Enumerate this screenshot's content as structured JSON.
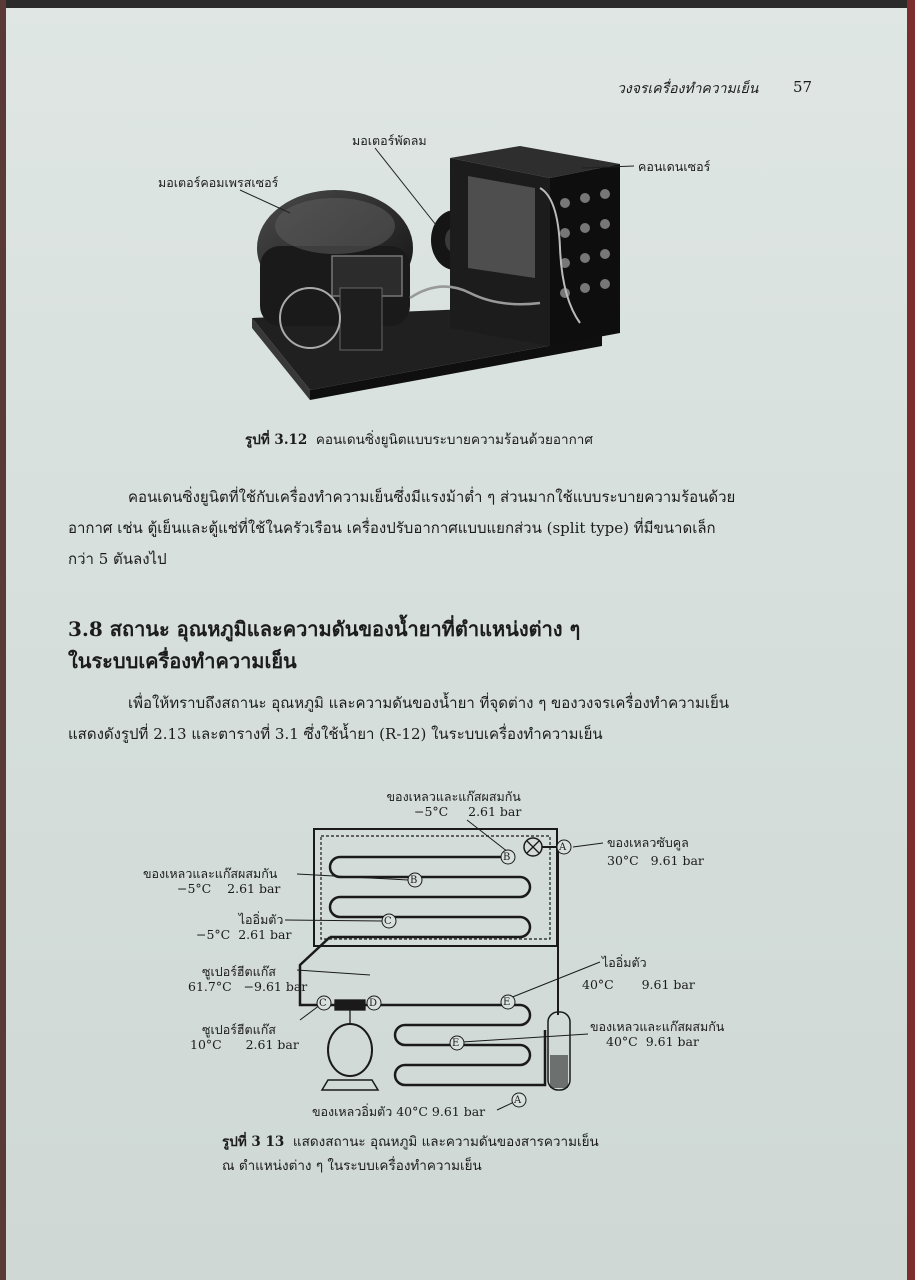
{
  "header": {
    "title": "วงจรเครื่องทำความเย็น",
    "page_number": "57"
  },
  "figure_312": {
    "labels": {
      "fan_motor": "มอเตอร์พัดลม",
      "compressor_motor": "มอเตอร์คอมเพรสเซอร์",
      "condenser": "คอนเดนเซอร์"
    },
    "caption_prefix": "รูปที่ 3.12",
    "caption_text": "คอนเดนซิ่งยูนิตแบบระบายความร้อนด้วยอากาศ"
  },
  "paragraph1": [
    "คอนเดนซิ่งยูนิตที่ใช้กับเครื่องทำความเย็นซึ่งมีแรงม้าต่ำ ๆ ส่วนมากใช้แบบระบายความร้อนด้วย",
    "อากาศ เช่น ตู้เย็นและตู้แช่ที่ใช้ในครัวเรือน เครื่องปรับอากาศแบบแยกส่วน (split type) ที่มีขนาดเล็ก",
    "กว่า 5 ตันลงไป"
  ],
  "section": {
    "line1": "3.8 สถานะ อุณหภูมิและความดันของน้ำยาที่ตำแหน่งต่าง ๆ",
    "line2": "ในระบบเครื่องทำความเย็น"
  },
  "paragraph2": [
    "เพื่อให้ทราบถึงสถานะ อุณหภูมิ และความดันของน้ำยา ที่จุดต่าง ๆ ของวงจรเครื่องทำความเย็น",
    "แสดงดังรูปที่ 2.13 และตารางที่ 3.1 ซึ่งใช้น้ำยา (R-12) ในระบบเครื่องทำความเย็น"
  ],
  "figure_313": {
    "top_label": {
      "state": "ของเหลวและแก๊สผสมกัน",
      "temp": "−5°C",
      "pressure": "2.61 bar"
    },
    "left_b": {
      "state": "ของเหลวและแก๊สผสมกัน",
      "temp": "−5°C",
      "pressure": "2.61 bar"
    },
    "left_c": {
      "state": "ไออิ่มตัว",
      "temp": "−5°C",
      "pressure": "2.61 bar"
    },
    "left_d": {
      "state": "ซูเปอร์ฮีตแก๊ส",
      "temp": "61.7°C",
      "pressure": "−9.61 bar"
    },
    "left_c2": {
      "state": "ซูเปอร์ฮีตแก๊ส",
      "temp": "10°C",
      "pressure": "2.61 bar"
    },
    "right_a": {
      "state": "ของเหลวซับคูล",
      "temp": "30°C",
      "pressure": "9.61 bar"
    },
    "right_e": {
      "state": "ไออิ่มตัว",
      "temp": "40°C",
      "pressure": "9.61 bar"
    },
    "right_e2": {
      "state": "ของเหลวและแก๊สผสมกัน",
      "temp": "40°C",
      "pressure": "9.61 bar"
    },
    "bottom_a": {
      "text": "ของเหลวอิ่มตัว 40°C  9.61 bar"
    },
    "points": {
      "a": "A",
      "b": "B",
      "c": "C",
      "c2": "C",
      "d": "D",
      "e": "E",
      "e2": "E"
    },
    "caption_prefix": "รูปที่ 3 13",
    "caption_line1": "แสดงสถานะ อุณหภูมิ และความดันของสารความเย็น",
    "caption_line2": "ณ ตำแหน่งต่าง ๆ ในระบบเครื่องทำความเย็น"
  }
}
